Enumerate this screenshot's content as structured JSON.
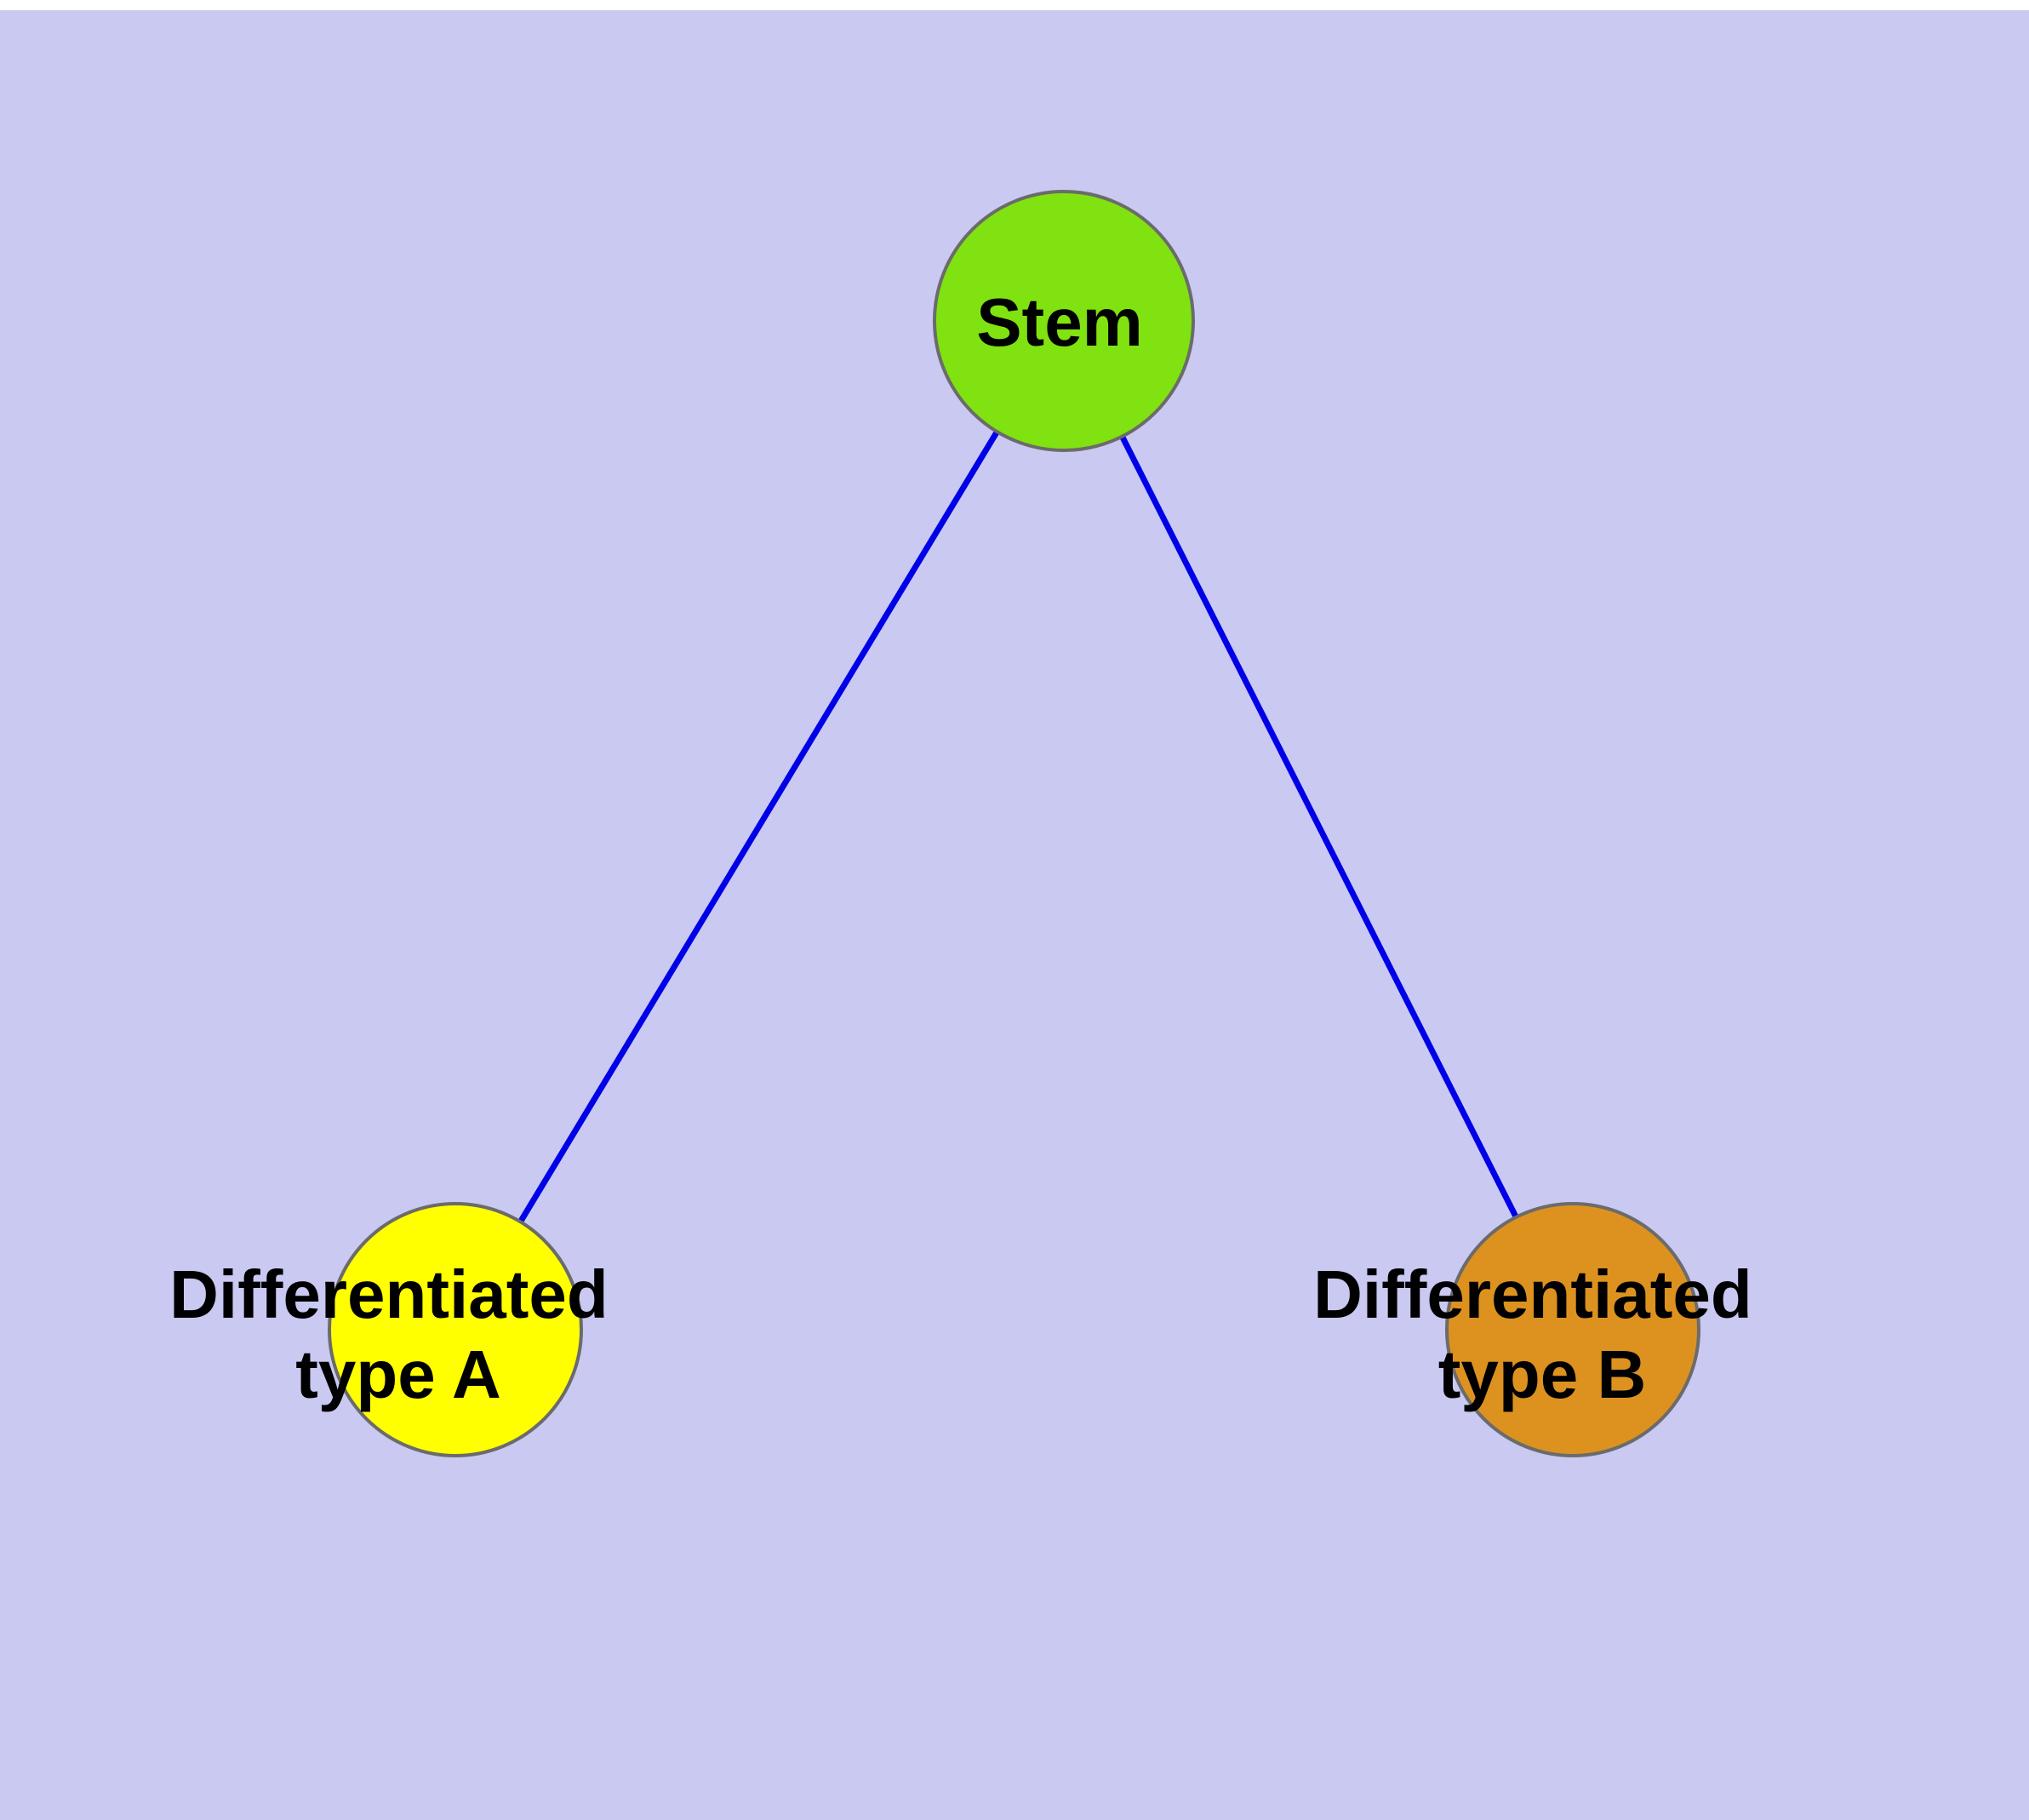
{
  "diagram": {
    "background_color": "#c9c9f2",
    "edge_color": "#0000e8",
    "node_stroke_color": "#6b6b6b",
    "nodes": [
      {
        "id": "stem",
        "label": "Stem",
        "color": "#80e210"
      },
      {
        "id": "differentiated-type-a",
        "label_line1": "Differentiated",
        "label_line2": "type A",
        "color": "#ffff00"
      },
      {
        "id": "differentiated-type-b",
        "label_line1": "Differentiated",
        "label_line2": "type B",
        "color": "#dd9220"
      }
    ],
    "edges": [
      {
        "from": "stem",
        "to": "differentiated-type-a"
      },
      {
        "from": "stem",
        "to": "differentiated-type-b"
      }
    ]
  }
}
